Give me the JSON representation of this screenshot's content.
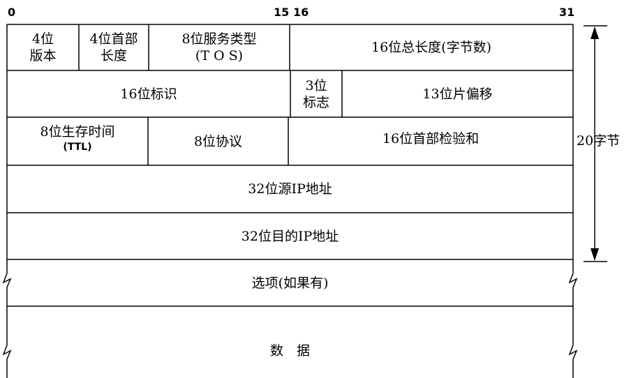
{
  "bits": {
    "b0": "0",
    "b15": "15",
    "b16": "16",
    "b31": "31"
  },
  "fields": {
    "version": [
      "4位",
      "版本"
    ],
    "header_length": [
      "4位首部",
      "长度"
    ],
    "tos": [
      "8位服务类型",
      "(T O S)"
    ],
    "total_length": "16位总长度(字节数)",
    "identification": "16位标识",
    "flags": [
      "3位",
      "标志"
    ],
    "fragment_offset": "13位片偏移",
    "ttl": [
      "8位生存时间",
      "(TTL)"
    ],
    "protocol": "8位协议",
    "checksum": "16位首部检验和",
    "source_ip": "32位源IP地址",
    "dest_ip": "32位目的IP地址",
    "options": "选项(如果有)",
    "data": "数　据"
  },
  "header_size_label": "20字节"
}
